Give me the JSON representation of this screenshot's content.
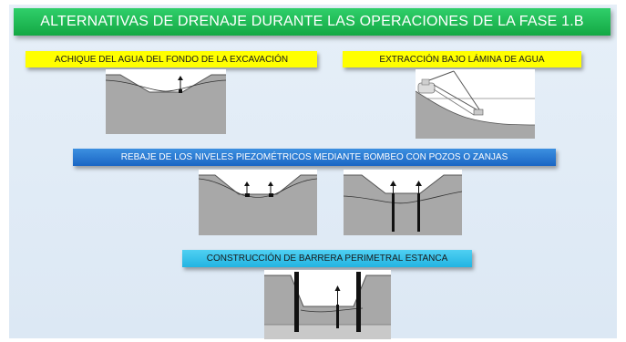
{
  "title": "ALTERNATIVAS DE DRENAJE DURANTE LAS OPERACIONES DE LA FASE 1.B",
  "sections": {
    "pumping_bottom": {
      "label": "ACHIQUE DEL AGUA DEL FONDO DE LA EXCAVACIÓN"
    },
    "underwater_extraction": {
      "label": "EXTRACCIÓN BAJO LÁMINA DE AGUA"
    },
    "piezometric_lowering": {
      "label": "REBAJE DE LOS NIVELES PIEZOMÉTRICOS MEDIANTE BOMBEO CON POZOS O ZANJAS"
    },
    "cutoff_barrier": {
      "label": "CONSTRUCCIÓN DE BARRERA PERIMETRAL ESTANCA"
    }
  },
  "colors": {
    "title_bg": "#19b34f",
    "yellow_label": "#ffff00",
    "blue_label": "#1e6fce",
    "cyan_label": "#2fc1ea",
    "soil": "#a7a7a7",
    "excavation": "#ffffff"
  }
}
